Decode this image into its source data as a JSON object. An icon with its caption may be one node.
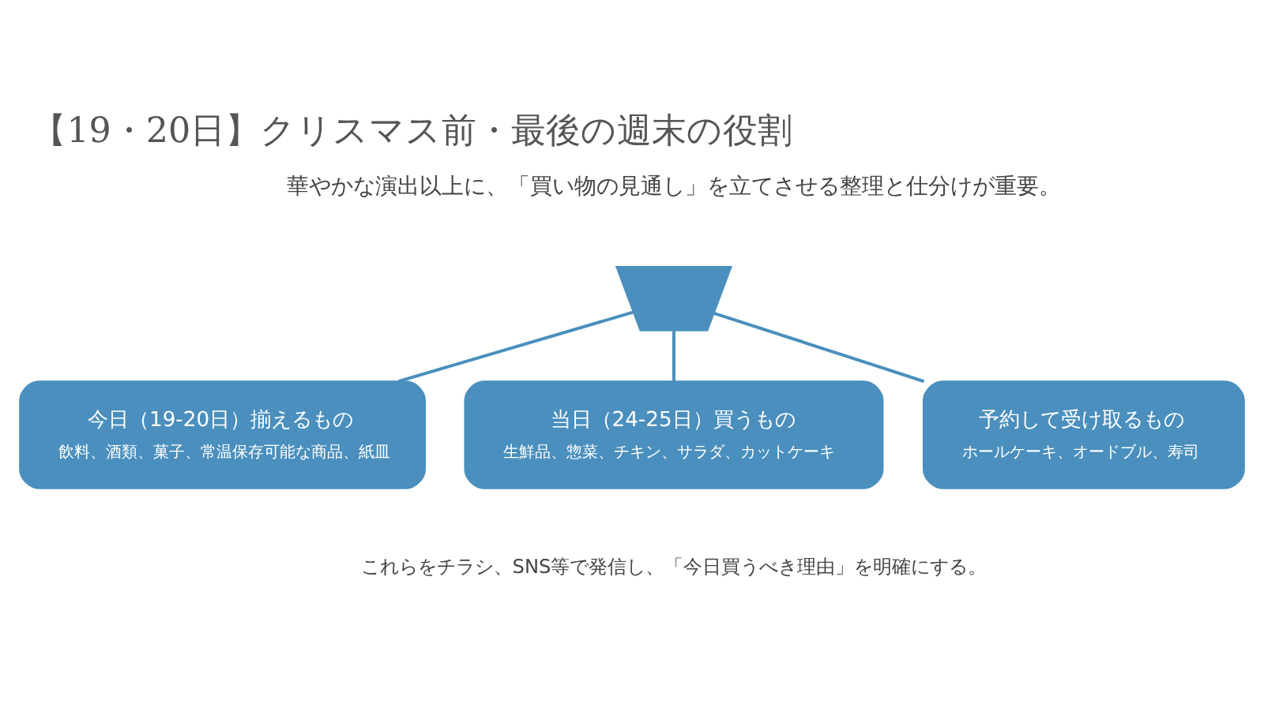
{
  "diagram": {
    "title": "【19・20日】クリスマス前・最後の週末の役割",
    "nodes": [
      {
        "text": [],
        "shape": "picture"
      },
      {
        "text": [
          "今日（19-20日）揃えるもの",
          "飲料、酒類、菓子、常温保存可能な商品、紙皿"
        ]
      },
      {
        "text": [
          "当日（24-25日）買うもの",
          "生鮮品、惣菜、チキン、サラダ、カットケーキ"
        ]
      },
      {
        "text": [
          "予約して受け取るもの",
          "ホールケーキ、オードブル、寿司"
        ]
      }
    ],
    "edges": [
      {
        "from": 0,
        "to": 1,
        "arrow": "none"
      },
      {
        "from": 0,
        "to": 2,
        "arrow": "none"
      },
      {
        "from": 0,
        "to": 3,
        "arrow": "none"
      }
    ],
    "labels": [
      "華やかな演出以上に、「買い物の見通し」を立てさせる整理と仕分けが重要。",
      "これらをチラシ、SNS等で発信し、「今日買うべき理由」を明確にする。"
    ]
  }
}
